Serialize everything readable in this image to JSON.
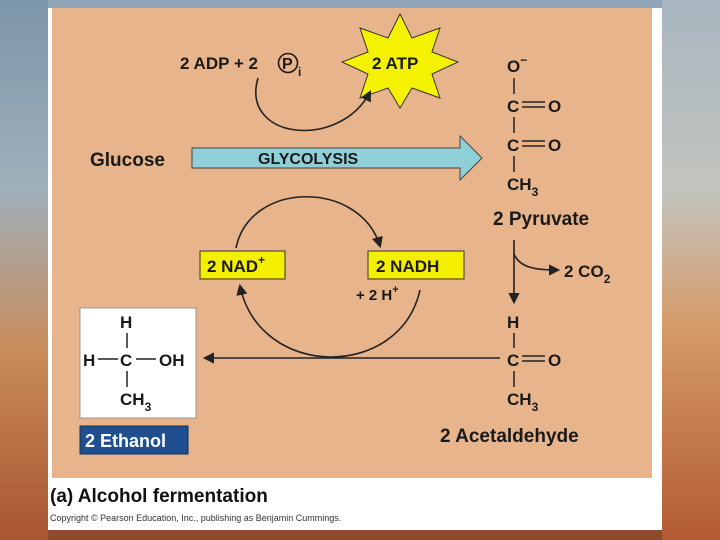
{
  "atp_in_label": "2 ADP + 2",
  "pi_symbol": "P",
  "pi_subscript": "i",
  "atp_out_label": "2 ATP",
  "glucose_label": "Glucose",
  "glycolysis_label": "GLYCOLYSIS",
  "nad_plus_label": "2 NAD",
  "nad_plus_sup": "+",
  "nadh_label": "2 NADH",
  "proton_label": "+ 2 H",
  "proton_sup": "+",
  "pyruvate": {
    "o_minus": "O",
    "o_minus_sup": "−",
    "c1": "C",
    "c1_o": "O",
    "c2": "C",
    "c2_o": "O",
    "ch3": "CH",
    "ch3_sub": "3",
    "name": "2 Pyruvate"
  },
  "co2_label": "2 CO",
  "co2_sub": "2",
  "acetaldehyde": {
    "h": "H",
    "c": "C",
    "o": "O",
    "ch3": "CH",
    "ch3_sub": "3",
    "name": "2 Acetaldehyde"
  },
  "ethanol": {
    "h_top": "H",
    "h_left": "H",
    "c": "C",
    "oh": "OH",
    "ch3": "CH",
    "ch3_sub": "3",
    "name": "2 Ethanol"
  },
  "caption": "(a) Alcohol fermentation",
  "copyright": "Copyright © Pearson Education, Inc., publishing as Benjamin Cummings.",
  "colors": {
    "panel": "#e8b48c",
    "glycolysis_arrow": "#8fd0d8",
    "atp_burst": "#f4f200",
    "label_box": "#f4ee00",
    "ethanol_box": "#1f4f8f"
  }
}
